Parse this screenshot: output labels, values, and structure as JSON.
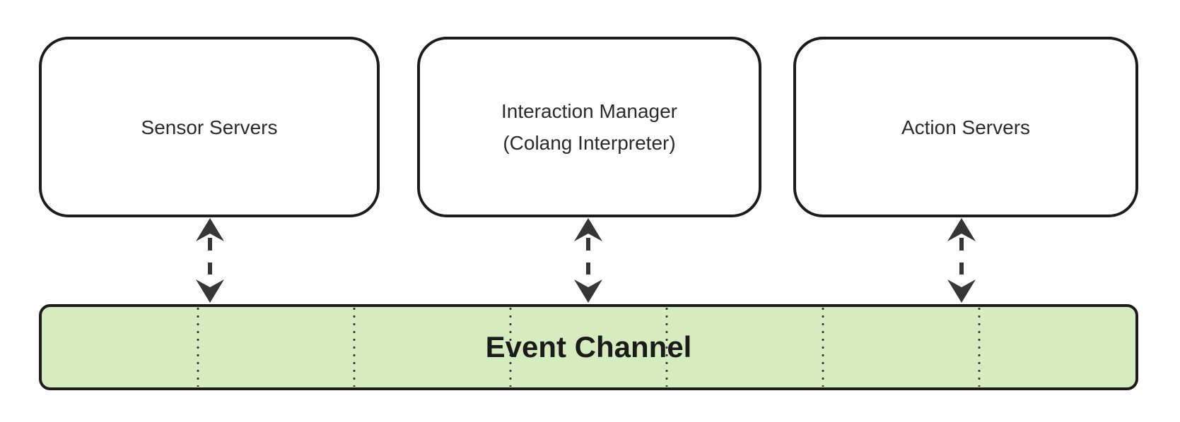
{
  "diagram": {
    "nodes": [
      {
        "id": "sensor-servers",
        "lines": [
          "Sensor Servers"
        ]
      },
      {
        "id": "interaction-manager",
        "lines": [
          "Interaction Manager",
          "(Colang Interpreter)"
        ]
      },
      {
        "id": "action-servers",
        "lines": [
          "Action Servers"
        ]
      }
    ],
    "bus": {
      "label": "Event Channel",
      "segments": 7
    },
    "connectors": [
      {
        "from": "Sensor Servers",
        "to": "Event Channel",
        "style": "dashed-double-arrow"
      },
      {
        "from": "Interaction Manager (Colang Interpreter)",
        "to": "Event Channel",
        "style": "dashed-double-arrow"
      },
      {
        "from": "Action Servers",
        "to": "Event Channel",
        "style": "dashed-double-arrow"
      }
    ],
    "colors": {
      "background": "#ffffff",
      "node_fill": "#ffffff",
      "node_border": "#1c1c1c",
      "node_text": "#2b2b2b",
      "bus_fill": "#d5ecbf",
      "bus_text": "#1b1b1b",
      "arrow": "#363636",
      "divider_dots": "#333333"
    }
  }
}
